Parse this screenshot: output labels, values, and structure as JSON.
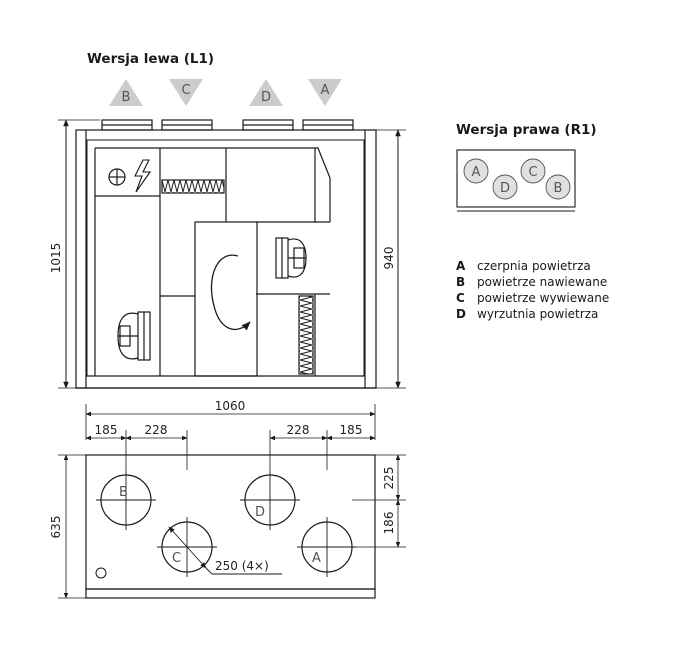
{
  "left_version": {
    "title": "Wersja lewa (L1)",
    "port_labels": [
      "B",
      "C",
      "D",
      "A"
    ],
    "dim_height_outer": "1015",
    "dim_height_inner": "940"
  },
  "right_version": {
    "title": "Wersja prawa (R1)",
    "port_labels": [
      "A",
      "D",
      "C",
      "B"
    ]
  },
  "legend": [
    {
      "key": "A",
      "text": "czerpnia powietrza"
    },
    {
      "key": "B",
      "text": "powietrze nawiewane"
    },
    {
      "key": "C",
      "text": "powietrze wywiewane"
    },
    {
      "key": "D",
      "text": "wyrzutnia powietrza"
    }
  ],
  "dimensions": {
    "total_width": "1060",
    "left_offset_1": "185",
    "left_offset_2": "228",
    "right_offset_2": "228",
    "right_offset_1": "185",
    "plan_depth": "635",
    "plan_right_1": "225",
    "plan_right_2": "186",
    "duct_diameter": "250 (4×)"
  },
  "plan_port_labels": [
    "B",
    "D",
    "C",
    "A"
  ],
  "colors": {
    "line": "#1a1a1a",
    "port_triangle": "#cccccc",
    "legend_circle": "#e0e0e0",
    "outline_light": "#555555"
  },
  "icons": [
    "power-connector-icon",
    "lightning-icon",
    "fan-icon",
    "rotary-heat-exchanger-icon",
    "filter-icon"
  ]
}
